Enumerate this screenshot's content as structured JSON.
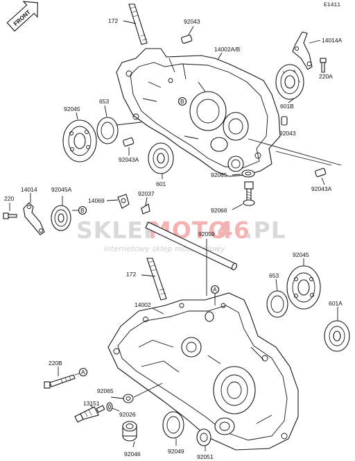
{
  "diagram": {
    "code": "E1411",
    "front_label": "FRONT",
    "labels": {
      "p172_upper": "172",
      "p92043_upper": "92043",
      "p14002ab": "14002A/B",
      "p14014a": "14014A",
      "p220a": "220A",
      "p653_upper": "653",
      "p92045_upper": "92045",
      "p601b": "601B",
      "p92043_right": "92043",
      "p92043a_left": "92043A",
      "p601": "601",
      "p92043a_right": "92043A",
      "p220": "220",
      "p14014": "14014",
      "p92045a": "92045A",
      "p14069": "14069",
      "p92037": "92037",
      "p92065_upper": "92065",
      "p92066": "92066",
      "p92059": "92059",
      "p172_lower": "172",
      "p92045_lower": "92045",
      "p653_lower": "653",
      "p14002": "14002",
      "p601a": "601A",
      "p220b": "220B",
      "p92065_lower": "92065",
      "p13151": "13151",
      "p92026": "92026",
      "p92046": "92046",
      "p92049": "92049",
      "p92051": "92051"
    },
    "markers": {
      "a_marker": "A",
      "b_marker": "B"
    }
  },
  "watermark": {
    "brand_left": "SKLEP",
    "brand_mid": "MOTO",
    "brand_right": "46",
    "brand_tld": ".PL",
    "tagline": "internetowy sklep motocyklowy"
  }
}
